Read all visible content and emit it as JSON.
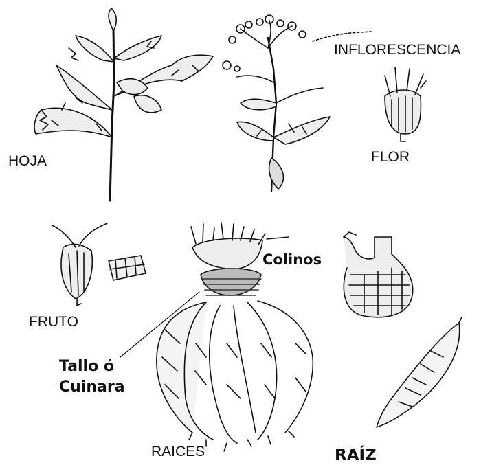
{
  "labels": {
    "hoja": "HOJA",
    "inflorescencia": "INFLORESCENCIA",
    "flor": "FLOR",
    "fruto": "FRUTO",
    "colinos": "Colinos",
    "tallo_line1": "Tallo ó",
    "tallo_line2": "Cuinara",
    "raices": "RAICES",
    "raiz": "RAÍZ"
  },
  "colors": {
    "ink": "#111111",
    "background": "#ffffff"
  }
}
